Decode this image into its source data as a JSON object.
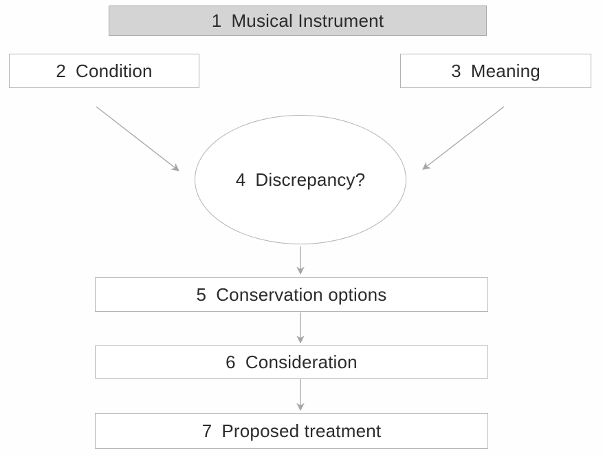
{
  "diagram": {
    "type": "flowchart",
    "nodes": [
      {
        "id": 1,
        "number": "1",
        "label": "Musical Instrument",
        "shape": "rectangle",
        "fill": "#d4d4d4"
      },
      {
        "id": 2,
        "number": "2",
        "label": "Condition",
        "shape": "rectangle",
        "fill": "#ffffff"
      },
      {
        "id": 3,
        "number": "3",
        "label": "Meaning",
        "shape": "rectangle",
        "fill": "#ffffff"
      },
      {
        "id": 4,
        "number": "4",
        "label": "Discrepancy?",
        "shape": "ellipse",
        "fill": "#ffffff"
      },
      {
        "id": 5,
        "number": "5",
        "label": "Conservation options",
        "shape": "rectangle",
        "fill": "#ffffff"
      },
      {
        "id": 6,
        "number": "6",
        "label": "Consideration",
        "shape": "rectangle",
        "fill": "#ffffff"
      },
      {
        "id": 7,
        "number": "7",
        "label": "Proposed treatment",
        "shape": "rectangle",
        "fill": "#ffffff"
      }
    ],
    "edges": [
      {
        "from": 2,
        "to": 4,
        "style": "arrow"
      },
      {
        "from": 3,
        "to": 4,
        "style": "arrow"
      },
      {
        "from": 4,
        "to": 5,
        "style": "arrow"
      },
      {
        "from": 5,
        "to": 6,
        "style": "arrow"
      },
      {
        "from": 6,
        "to": 7,
        "style": "arrow"
      }
    ],
    "colors": {
      "highlight_fill": "#d4d4d4",
      "node_border": "#b3b3b3",
      "arrow": "#a6a6a6",
      "text": "#2b2b2b",
      "background": "#fefefe"
    }
  }
}
